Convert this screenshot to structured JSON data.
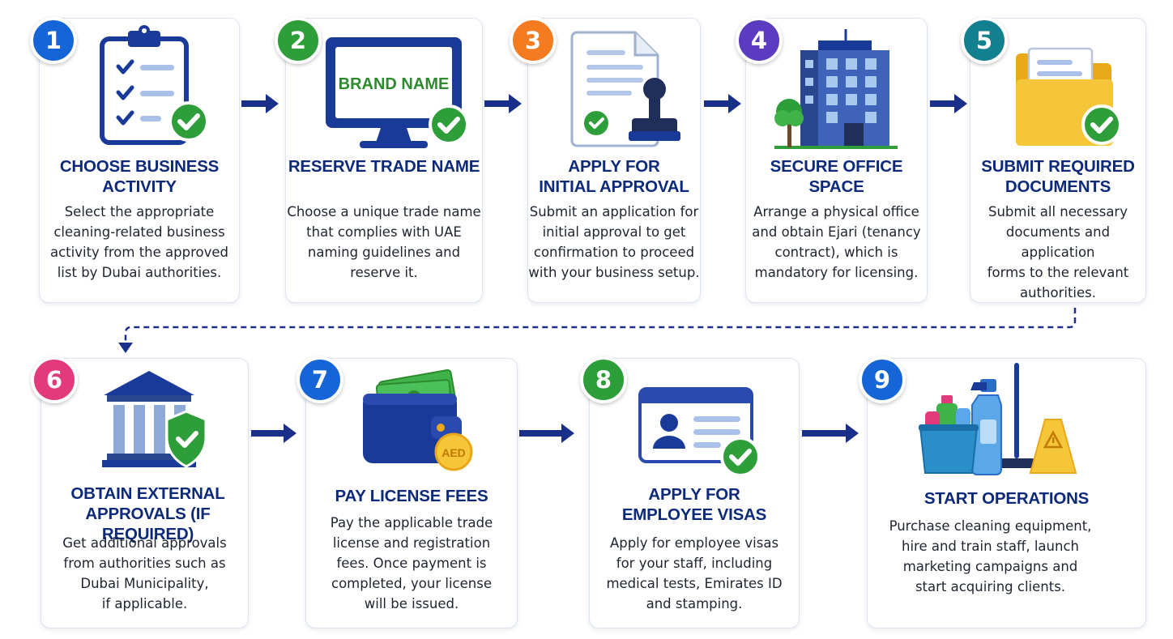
{
  "steps": [
    {
      "number": "1",
      "title": "CHOOSE BUSINESS\nACTIVITY",
      "description": "Select the appropriate\ncleaning-related business\nactivity from the approved\nlist by Dubai authorities.",
      "badge_color": "#1565d8",
      "icon": "clipboard-checklist-icon"
    },
    {
      "number": "2",
      "title": "RESERVE TRADE NAME",
      "description": "Choose a unique trade name\nthat complies with UAE\nnaming guidelines and\nreserve it.",
      "badge_color": "#2e9e3a",
      "icon": "monitor-icon",
      "screen_text": "BRAND NAME"
    },
    {
      "number": "3",
      "title": "APPLY FOR\nINITIAL APPROVAL",
      "description": "Submit an application for\ninitial approval to get\nconfirmation to proceed\nwith your business setup.",
      "badge_color": "#f47b20",
      "icon": "document-stamp-icon"
    },
    {
      "number": "4",
      "title": "SECURE OFFICE SPACE",
      "description": "Arrange a physical office\nand obtain Ejari (tenancy\ncontract), which is\nmandatory for licensing.",
      "badge_color": "#5b3bbf",
      "icon": "office-building-icon"
    },
    {
      "number": "5",
      "title": "SUBMIT REQUIRED\nDOCUMENTS",
      "description": "Submit all necessary\ndocuments and application\nforms to the relevant\nauthorities.",
      "badge_color": "#13808f",
      "icon": "folder-icon"
    },
    {
      "number": "6",
      "title": "OBTAIN EXTERNAL\nAPPROVALS (IF REQUIRED)",
      "description": "Get additional approvals\nfrom authorities such as\nDubai Municipality,\nif applicable.",
      "badge_color": "#e23a7a",
      "icon": "government-building-icon"
    },
    {
      "number": "7",
      "title": "PAY LICENSE FEES",
      "description": "Pay the applicable trade\nlicense and registration\nfees. Once payment is\ncompleted, your license\nwill be issued.",
      "badge_color": "#1565d8",
      "icon": "wallet-icon",
      "coin_text": "AED"
    },
    {
      "number": "8",
      "title": "APPLY FOR\nEMPLOYEE VISAS",
      "description": "Apply for employee visas\nfor your staff, including\nmedical tests, Emirates ID\nand stamping.",
      "badge_color": "#2e9e3a",
      "icon": "id-card-icon"
    },
    {
      "number": "9",
      "title": "START OPERATIONS",
      "description": "Purchase cleaning equipment,\nhire and train staff, launch\nmarketing campaigns and\nstart acquiring clients.",
      "badge_color": "#1565d8",
      "icon": "cleaning-supplies-icon"
    }
  ],
  "colors": {
    "title": "#0d2a7a",
    "arrow": "#1a2f8a",
    "check_green": "#2e9e3a",
    "card_border": "#dce4f0"
  }
}
